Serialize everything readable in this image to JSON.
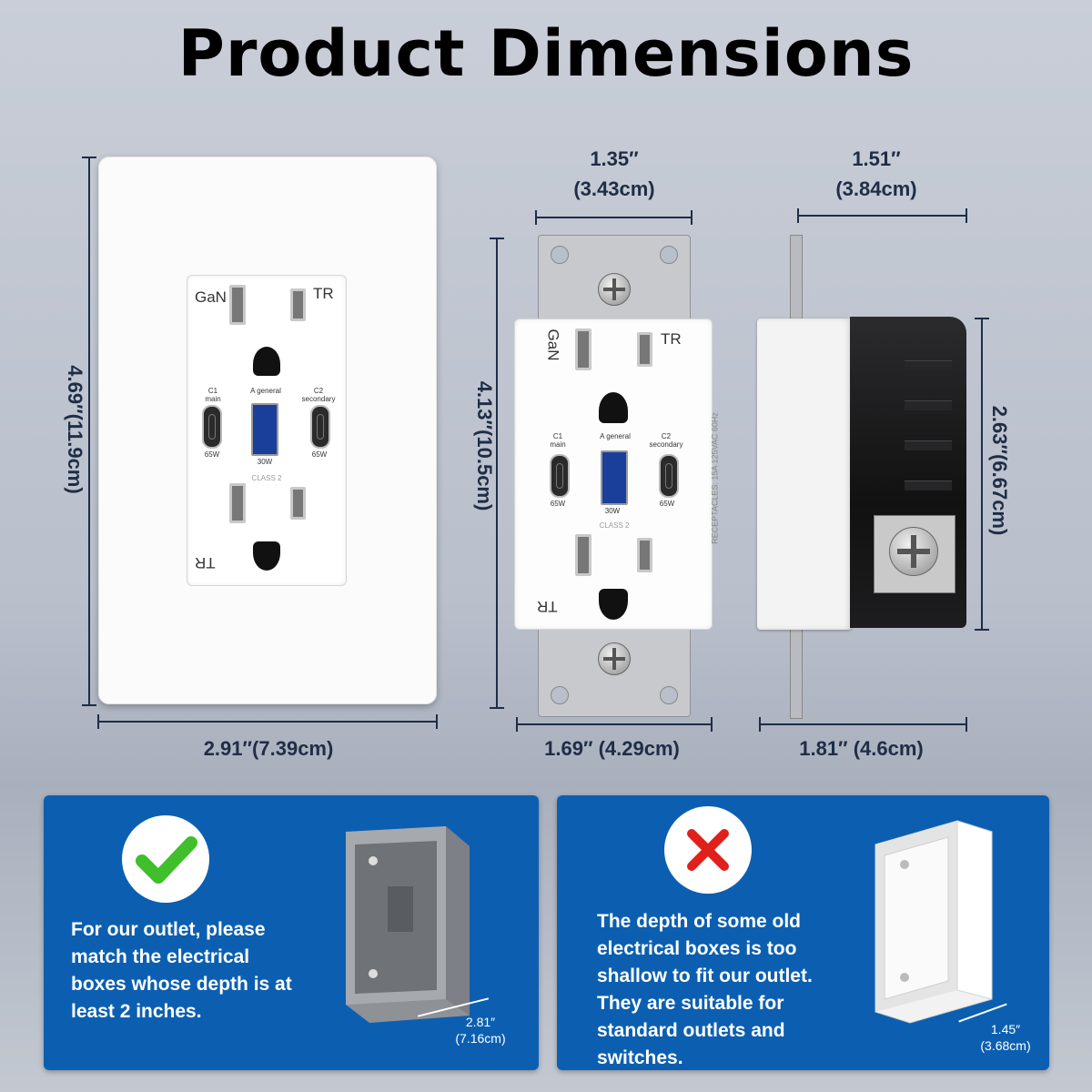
{
  "title": "Product Dimensions",
  "wall_plate": {
    "height_label": "4.69″(11.9cm)",
    "width_label": "2.91″(7.39cm)"
  },
  "outlet_front": {
    "top_width_label": "1.35″",
    "top_width_cm": "(3.43cm)",
    "height_label": "4.13″(10.5cm)",
    "bottom_width_label": "1.69″ (4.29cm)"
  },
  "outlet_side": {
    "top_width_label": "1.51″",
    "top_width_cm": "(3.84cm)",
    "height_label": "2.63″(6.67cm)",
    "bottom_width_label": "1.81″ (4.6cm)"
  },
  "receptacle_marks": {
    "brand": "GaN",
    "tr": "TR",
    "c1": "C1",
    "c1_sub": "main",
    "a": "A general",
    "c2": "C2",
    "c2_sub": "secondary",
    "c_watt": "65W",
    "a_watt": "30W",
    "class": "CLASS 2",
    "rating": "RECEPTACLES: 15A  125VAC  60Hz"
  },
  "panel_good": {
    "icon": "check-icon",
    "text": "For our outlet, please match the electrical boxes whose depth is at least 2 inches.",
    "box_depth_in": "2.81″",
    "box_depth_cm": "(7.16cm)"
  },
  "panel_bad": {
    "icon": "cross-icon",
    "text": "The depth of some old electrical boxes is too shallow to fit our outlet. They are suitable for standard outlets and switches.",
    "box_depth_in": "1.45″",
    "box_depth_cm": "(3.68cm)"
  },
  "colors": {
    "panel": "#0c5fb0",
    "check": "#3fbf2a",
    "cross": "#e0201b",
    "dim": "#1f2d46"
  }
}
